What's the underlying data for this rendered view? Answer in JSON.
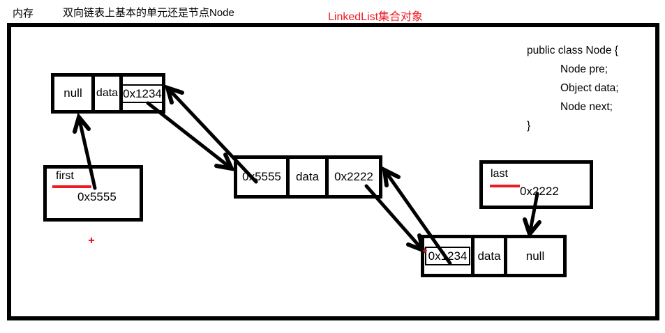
{
  "header": {
    "memory_label": "内存",
    "title": "双向链表上基本的单元还是节点Node",
    "linkedlist_label": "LinkedList集合对象"
  },
  "diagram": {
    "node1": {
      "prev": "null",
      "data": "data",
      "next": "0x1234"
    },
    "node2": {
      "prev": "0x5555",
      "data": "data",
      "next": "0x2222"
    },
    "node3": {
      "prev": "0x1234",
      "data": "data",
      "next": "null"
    },
    "first_pointer": {
      "label": "first",
      "value": "0x5555"
    },
    "last_pointer": {
      "label": "last",
      "value": "0x2222"
    }
  },
  "code": {
    "lines": [
      "public class Node {",
      "Node pre;",
      "Object data;",
      "Node next;",
      "}"
    ]
  },
  "colors": {
    "accent_red": "#ed1c24",
    "stroke_black": "#000000",
    "background": "#ffffff"
  }
}
